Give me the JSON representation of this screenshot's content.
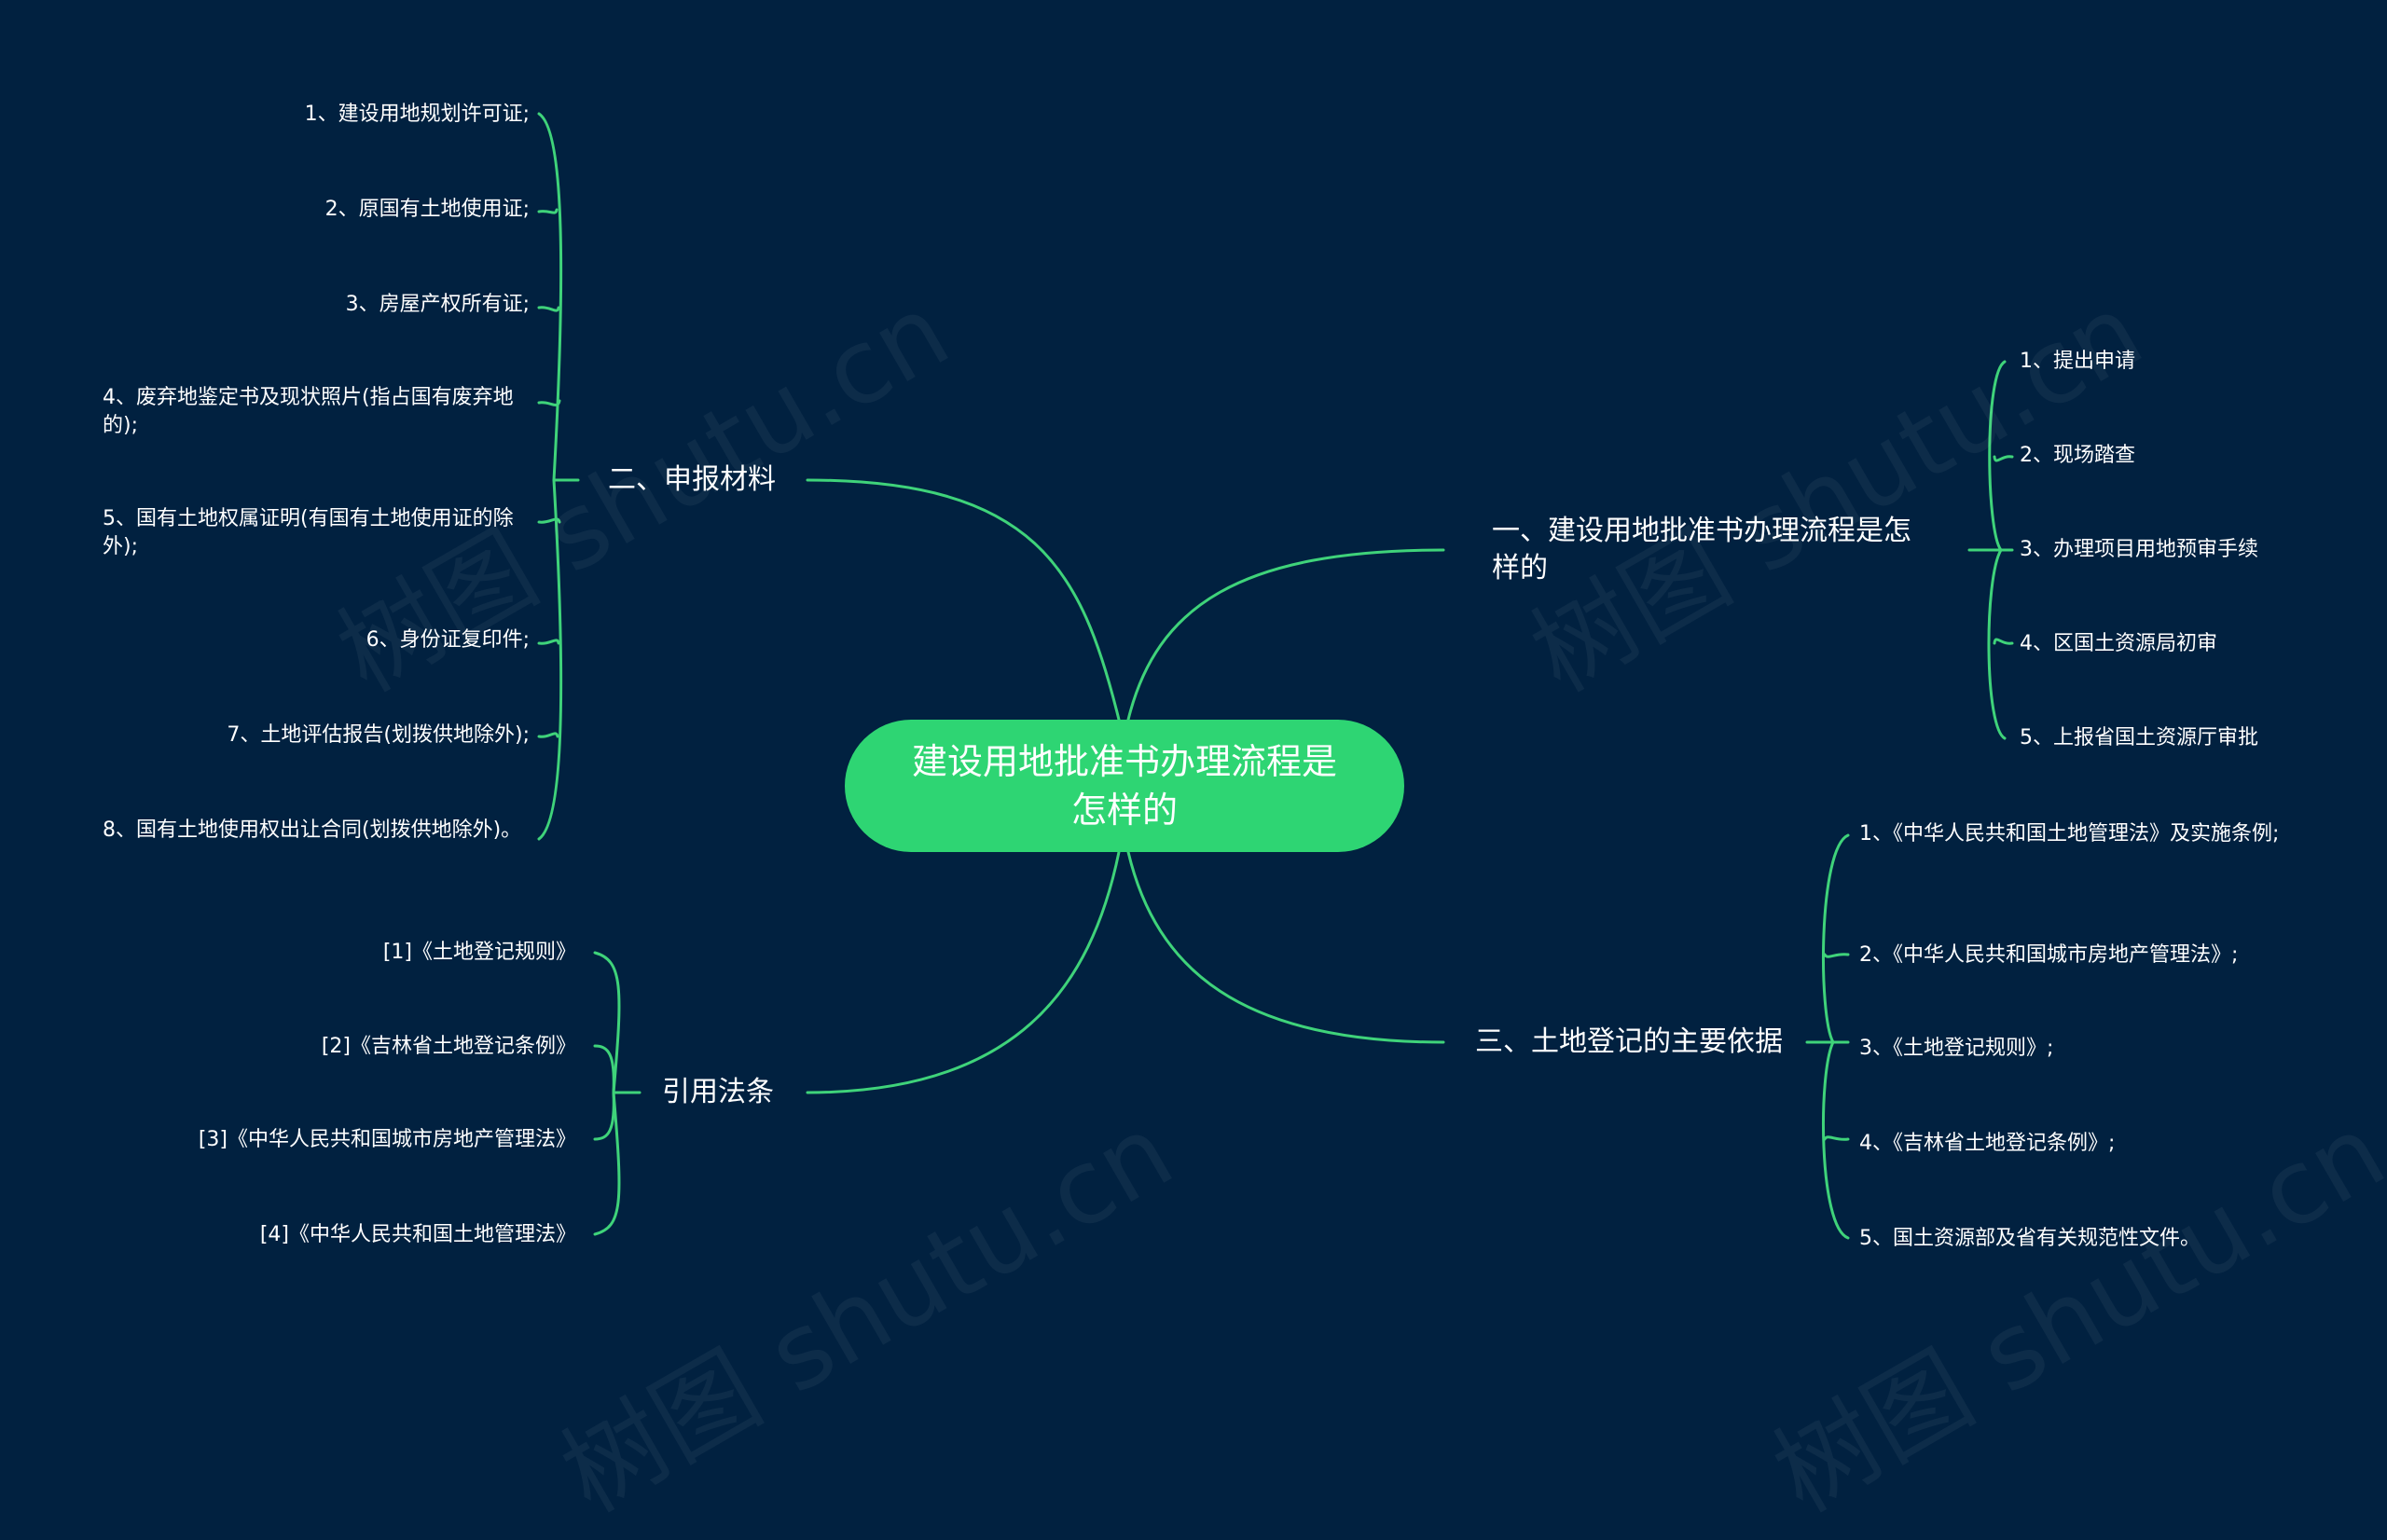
{
  "root": {
    "label": "建设用地批准书办理流程是怎样的"
  },
  "watermark": "树图 shutu.cn",
  "colors": {
    "background": "#012140",
    "root_fill": "#2ed573",
    "line": "#3fd37a",
    "text": "#ffffff"
  },
  "branches": [
    {
      "id": "b1",
      "label": "一、建设用地批准书办理流程是怎样的",
      "items": [
        "1、提出申请",
        "2、现场踏查",
        "3、办理项目用地预审手续",
        "4、区国土资源局初审",
        "5、上报省国土资源厅审批"
      ]
    },
    {
      "id": "b2",
      "label": "二、申报材料",
      "items": [
        "1、建设用地规划许可证;",
        "2、原国有土地使用证;",
        "3、房屋产权所有证;",
        "4、废弃地鉴定书及现状照片(指占国有废弃地的);",
        "5、国有土地权属证明(有国有土地使用证的除外);",
        "6、身份证复印件;",
        "7、土地评估报告(划拨供地除外);",
        "8、国有土地使用权出让合同(划拨供地除外)。"
      ]
    },
    {
      "id": "b3",
      "label": "三、土地登记的主要依据",
      "items": [
        "1、《中华人民共和国土地管理法》及实施条例;",
        "2、《中华人民共和国城市房地产管理法》;",
        "3、《土地登记规则》;",
        "4、《吉林省土地登记条例》;",
        "5、国土资源部及省有关规范性文件。"
      ]
    },
    {
      "id": "b4",
      "label": "引用法条",
      "items": [
        "[1]《土地登记规则》",
        "[2]《吉林省土地登记条例》",
        "[3]《中华人民共和国城市房地产管理法》",
        "[4]《中华人民共和国土地管理法》"
      ]
    }
  ]
}
